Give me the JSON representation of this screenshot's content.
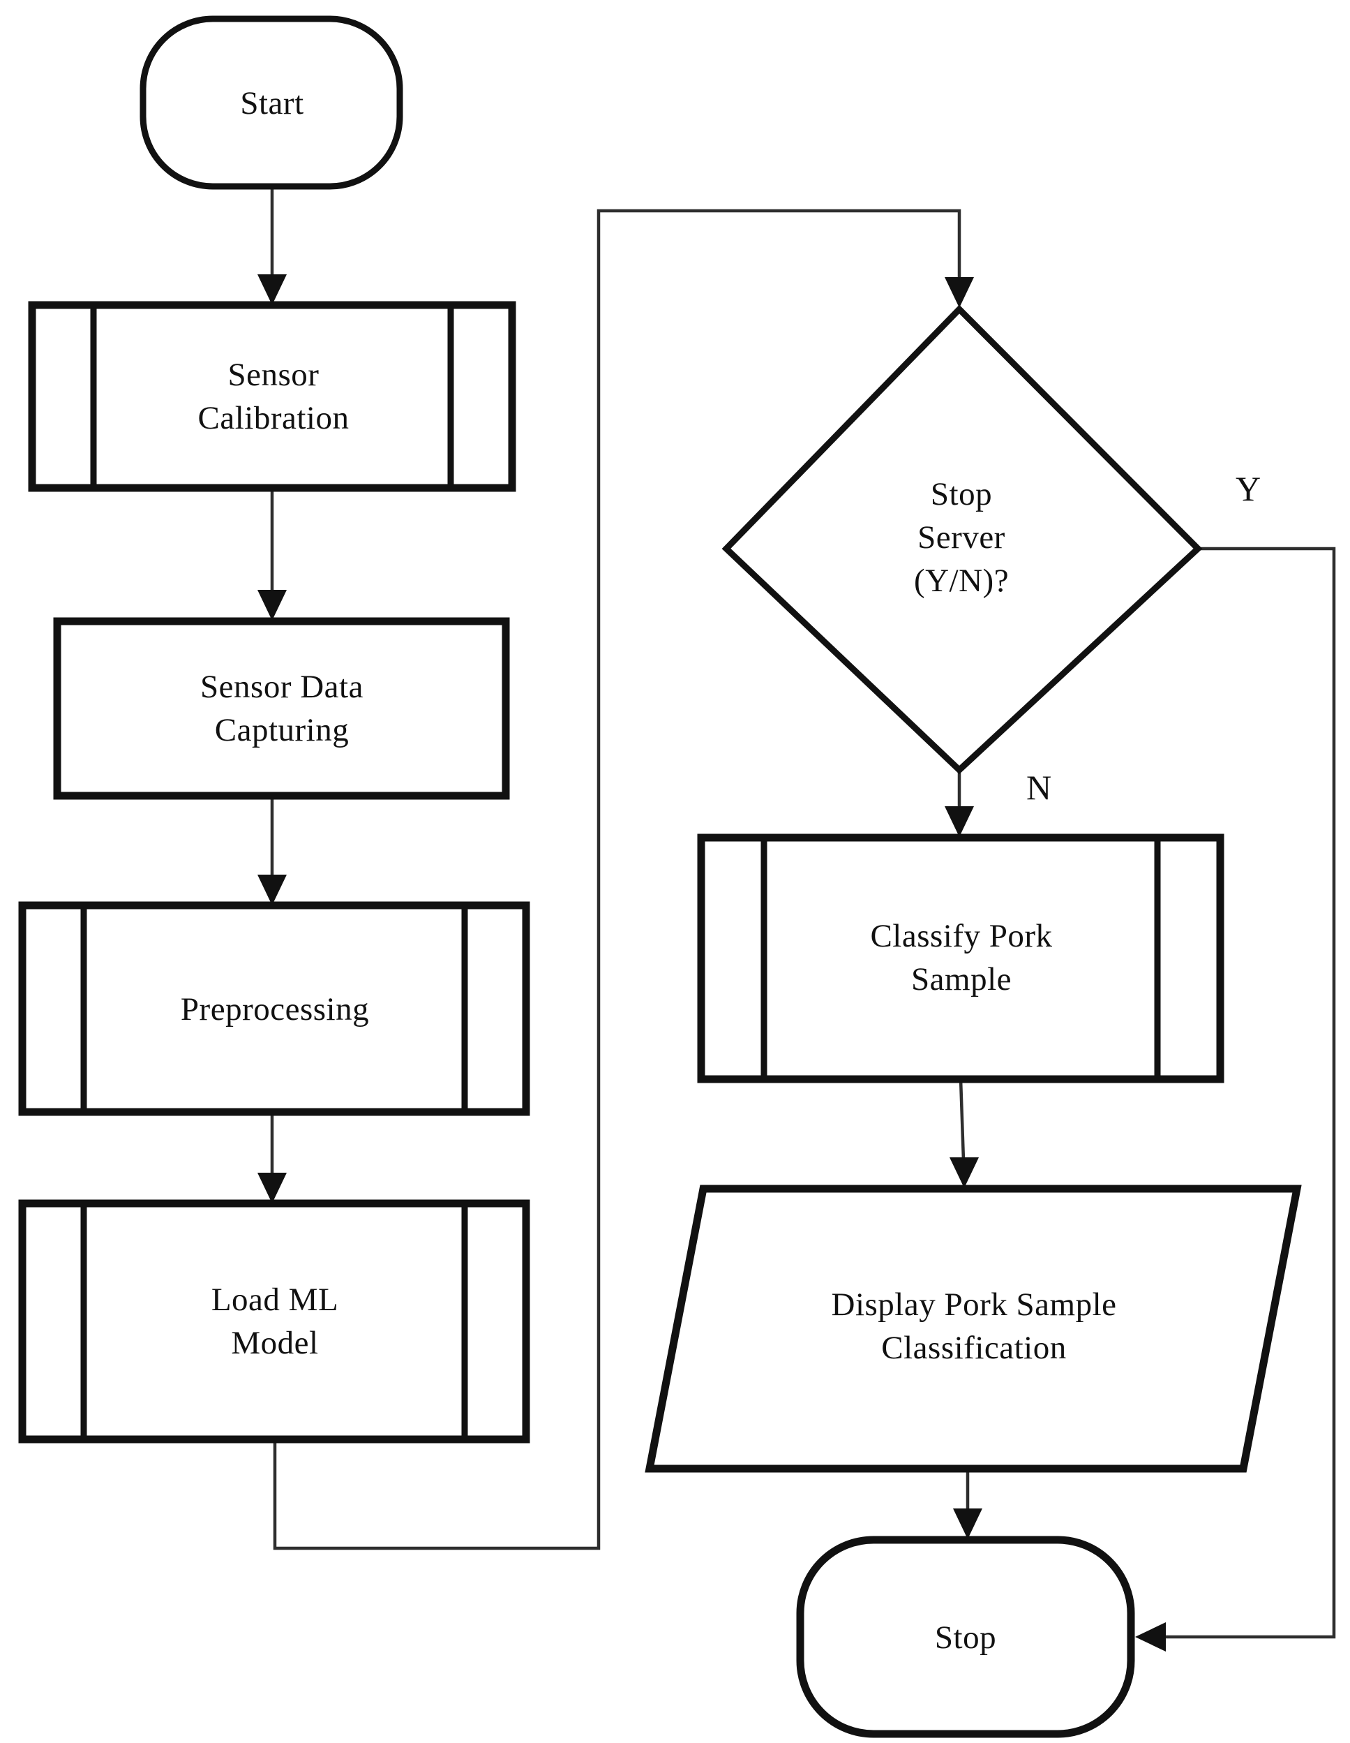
{
  "nodes": {
    "start": {
      "label": "Start",
      "shape": "terminator"
    },
    "sensor_calibration": {
      "label": "Sensor\nCalibration",
      "shape": "predefined-process"
    },
    "sensor_data_capturing": {
      "label": "Sensor Data\nCapturing",
      "shape": "process"
    },
    "preprocessing": {
      "label": "Preprocessing",
      "shape": "predefined-process"
    },
    "load_ml_model": {
      "label": "Load ML\nModel",
      "shape": "predefined-process"
    },
    "stop_server_decision": {
      "label": "Stop\nServer\n(Y/N)?",
      "shape": "decision"
    },
    "classify_pork_sample": {
      "label": "Classify Pork\nSample",
      "shape": "predefined-process"
    },
    "display_classification": {
      "label": "Display Pork Sample\nClassification",
      "shape": "input-output"
    },
    "stop": {
      "label": "Stop",
      "shape": "terminator"
    }
  },
  "edge_labels": {
    "yes": "Y",
    "no": "N"
  },
  "colors": {
    "shape_stroke": "#111111",
    "connector_stroke": "#2e2e2e",
    "background": "#ffffff",
    "text": "#111111"
  }
}
